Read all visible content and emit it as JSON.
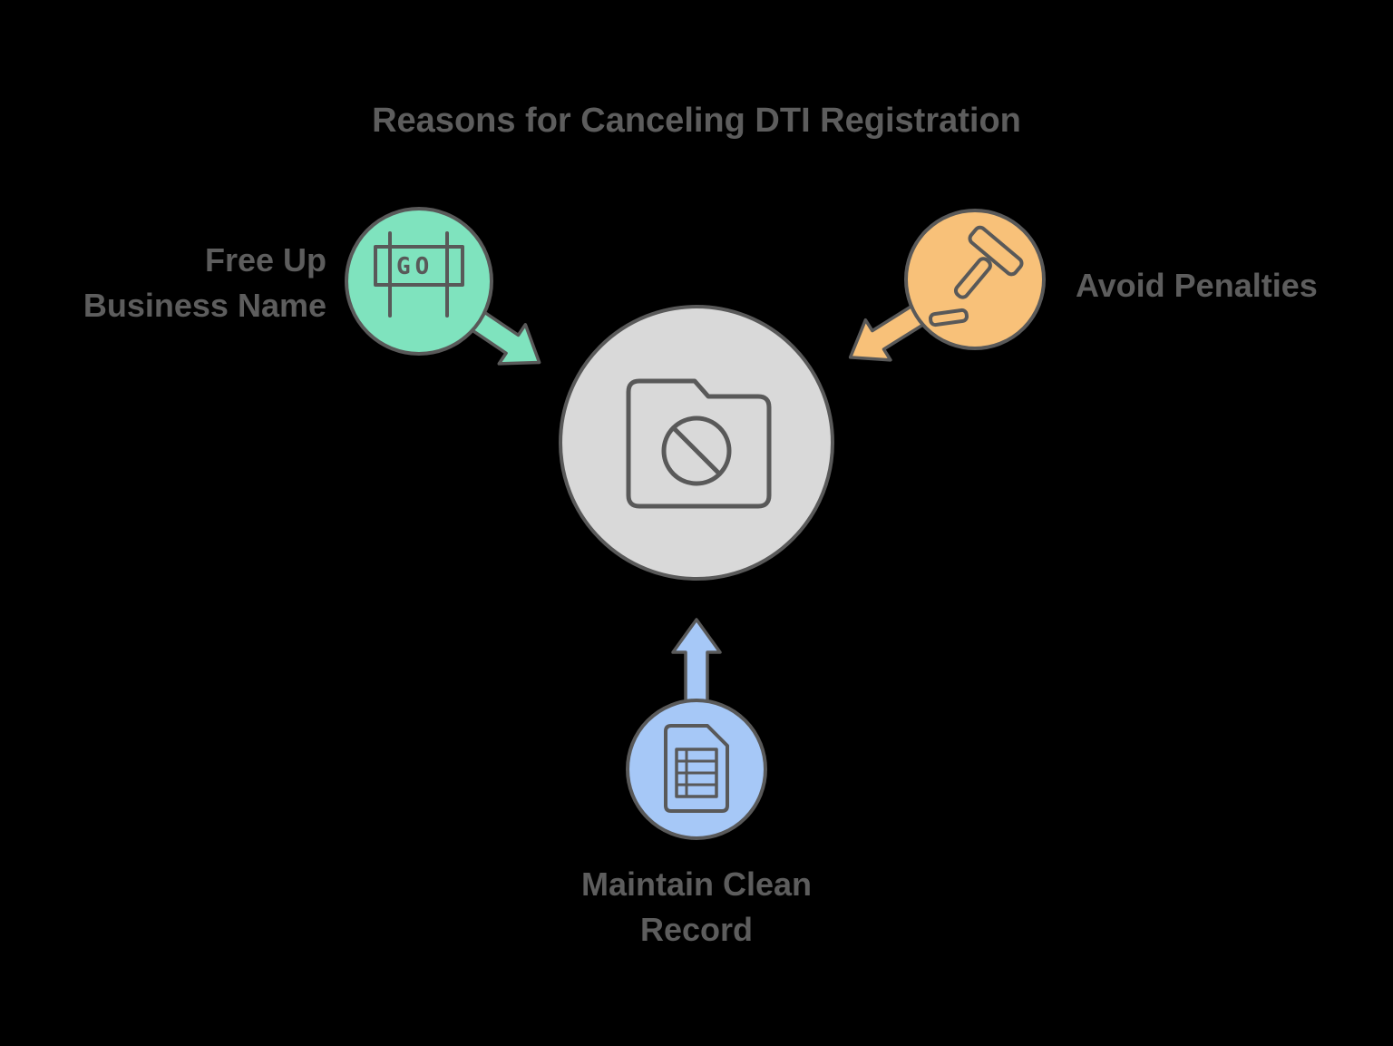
{
  "title": "Reasons for Canceling DTI Registration",
  "colors": {
    "background": "#000000",
    "green": "#7fe3be",
    "orange": "#f8c179",
    "blue": "#a6c8f7",
    "center_gray": "#d9d9d9",
    "stroke": "#595959",
    "text": "#5d5d5d"
  },
  "center": {
    "icon": "cancelled-folder-icon"
  },
  "nodes": [
    {
      "id": "free-up",
      "label": "Free Up\nBusiness Name",
      "icon": "go-banner-icon",
      "icon_text": "GO",
      "color": "#7fe3be"
    },
    {
      "id": "avoid-penalties",
      "label": "Avoid Penalties",
      "icon": "gavel-icon",
      "color": "#f8c179"
    },
    {
      "id": "maintain-clean-record",
      "label": "Maintain Clean\nRecord",
      "icon": "document-list-icon",
      "color": "#a6c8f7"
    }
  ]
}
